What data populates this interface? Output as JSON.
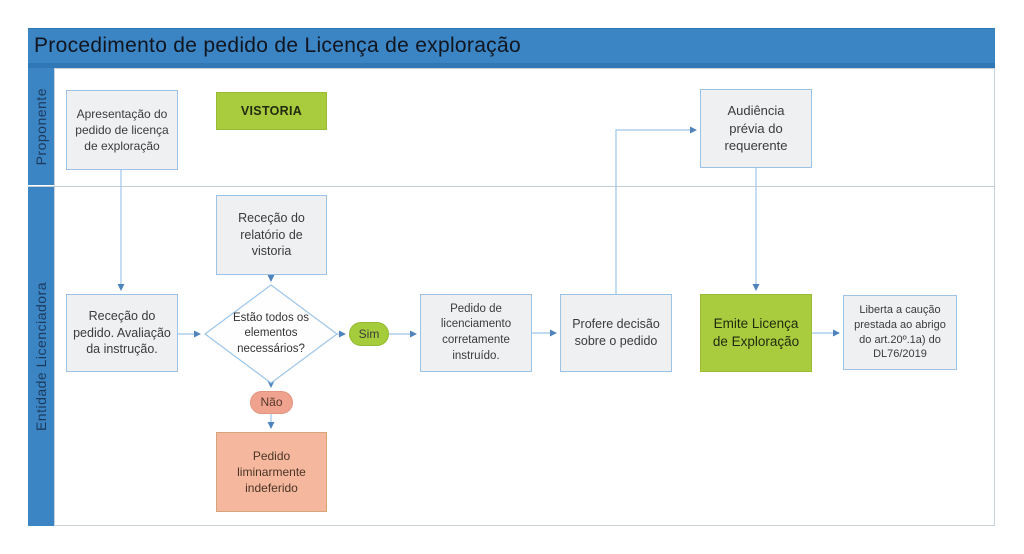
{
  "diagram": {
    "title": "Procedimento de pedido de Licença de exploração",
    "lanes": [
      {
        "label": "Proponente"
      },
      {
        "label": "Entidade Licenciadora"
      }
    ],
    "nodes": {
      "apresentacao": {
        "text": "Apresentação do pedido de licença de exploração",
        "shape": "process",
        "lane": "Proponente"
      },
      "vistoria": {
        "text": "VISTORIA",
        "shape": "process",
        "lane": "Proponente"
      },
      "audiencia": {
        "text": "Audiência prévia do requerente",
        "shape": "process",
        "lane": "Proponente"
      },
      "rececao_relatorio": {
        "text": "Receção do relatório de vistoria",
        "shape": "process",
        "lane": "Entidade Licenciadora"
      },
      "rececao_pedido": {
        "text": "Receção do pedido. Avaliação da instrução.",
        "shape": "process",
        "lane": "Entidade Licenciadora"
      },
      "decisao_elementos": {
        "text": "Estão todos os elementos necessários?",
        "shape": "decision",
        "lane": "Entidade Licenciadora"
      },
      "sim": {
        "text": "Sim",
        "shape": "label-pill",
        "lane": "Entidade Licenciadora"
      },
      "nao": {
        "text": "Não",
        "shape": "label-pill",
        "lane": "Entidade Licenciadora"
      },
      "pedido_instruido": {
        "text": "Pedido de licenciamento corretamente instruído.",
        "shape": "process",
        "lane": "Entidade Licenciadora"
      },
      "profere_decisao": {
        "text": "Profere decisão sobre o pedido",
        "shape": "process",
        "lane": "Entidade Licenciadora"
      },
      "emite_licenca": {
        "text": "Emite Licença de Exploração",
        "shape": "process",
        "lane": "Entidade Licenciadora"
      },
      "liberta_caucao": {
        "text": "Liberta a caução prestada ao abrigo do art.20º.1a) do DL76/2019",
        "shape": "process",
        "lane": "Entidade Licenciadora"
      },
      "pedido_indeferido": {
        "text": "Pedido liminarmente indeferido",
        "shape": "process",
        "lane": "Entidade Licenciadora"
      }
    },
    "colors": {
      "header_blue": "#3c85c4",
      "header_edge_blue": "#2f78b5",
      "lane_label_text": "#1c3a5c",
      "box_gray_fill": "#eef0f2",
      "box_border_blue": "#9cc2e5",
      "green_fill": "#a9cc3e",
      "green_border": "#9abc35",
      "salmon_fill": "#f5b79d",
      "salmon_border": "#d7a477",
      "pill_no_fill": "#efa28d",
      "connector_line": "#9ec5e8",
      "arrowhead": "#4e83bc"
    }
  }
}
